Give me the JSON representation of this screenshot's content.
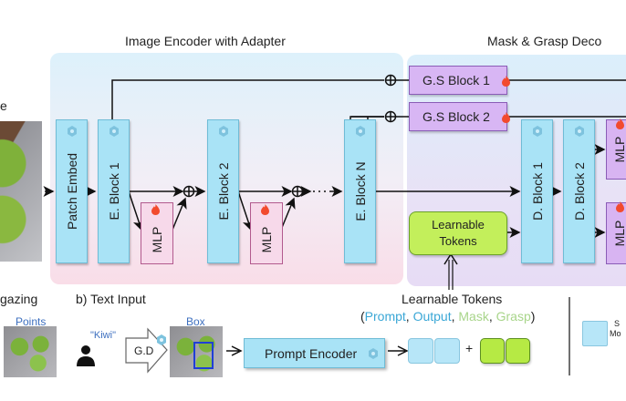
{
  "titles": {
    "image_encoder": "Image Encoder with Adapter",
    "decoder": "Mask & Grasp Deco"
  },
  "left_label_fragment": "e",
  "encoder": {
    "patch_embed": "Patch Embed",
    "block1": "E. Block 1",
    "block2": "E. Block 2",
    "blockN": "E. Block N",
    "mlp": "MLP"
  },
  "decoder": {
    "gs_block1": "G.S Block 1",
    "gs_block2": "G.S Block 2",
    "d_block1": "D. Block 1",
    "d_block2": "D. Block 2",
    "mlp": "MLP",
    "learnable_tokens": [
      "Learnable",
      "Tokens"
    ]
  },
  "bottom": {
    "gazing_fragment": "gazing",
    "points_label": "Points",
    "text_input_title": "b) Text Input",
    "kiwi_quote": "\"Kiwi\"",
    "gd_label": "G.D",
    "box_label": "Box",
    "prompt_encoder": "Prompt Encoder",
    "learnable_tokens_title": "Learnable Tokens",
    "token_types": {
      "open": "(",
      "prompt": "Prompt",
      "sep1": ", ",
      "output": "Output",
      "sep2": ", ",
      "mask": "Mask",
      "sep3": ", ",
      "grasp": "Grasp",
      "close": ")"
    },
    "plus": "+",
    "legend_fragment_1": "S",
    "legend_fragment_2": "Mo"
  },
  "colors": {
    "frozen_block": "#a9e3f6",
    "trainable_mlp_enc": "#f7d9ea",
    "trainable_gs": "#d8b6f4",
    "learnable_green": "#c3ef5b",
    "token_blue_text": "#3aa7d6",
    "token_green_text": "#a8d58a"
  }
}
